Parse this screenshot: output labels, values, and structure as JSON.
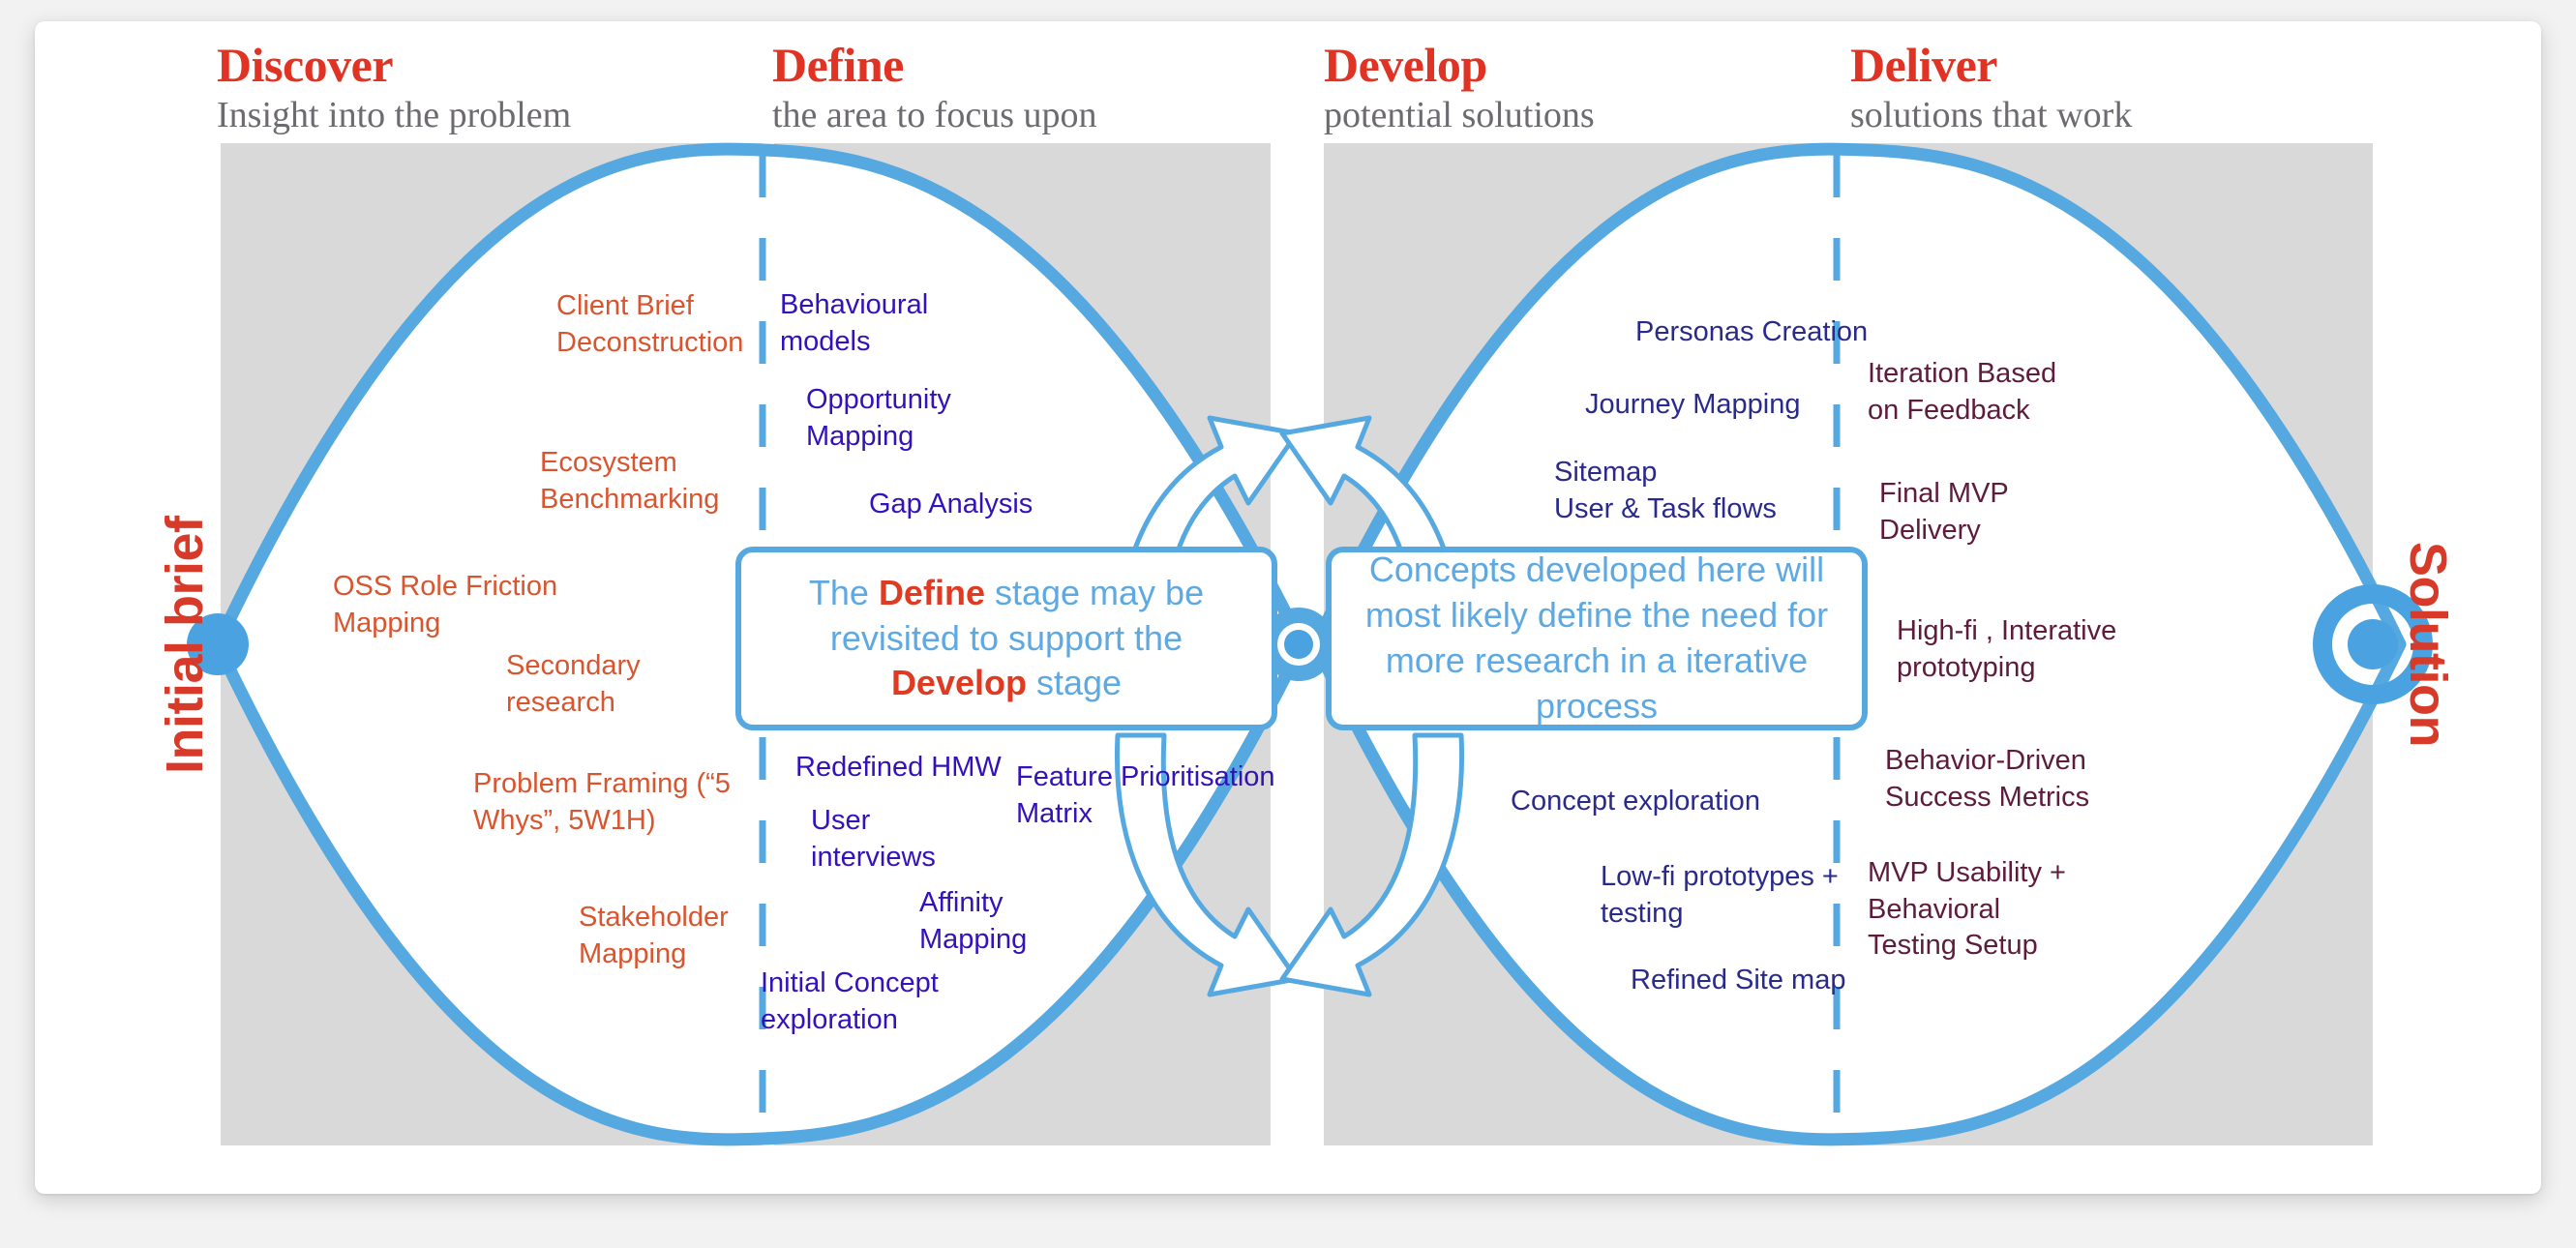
{
  "diagram": {
    "title": "Double Diamond Design Process",
    "colors": {
      "red": "#e03323",
      "blue": "#56a8e0",
      "panel_gray": "#d9d9d9",
      "discover_text": "#d9552f",
      "define_text": "#3311bb",
      "develop_text": "#2a2a8c",
      "deliver_text": "#5e1c3d"
    },
    "start_label": "Initial brief",
    "end_label": "Solution"
  },
  "stages": [
    {
      "title": "Discover",
      "subtitle": "Insight into the problem"
    },
    {
      "title": "Define",
      "subtitle": "the area to focus upon"
    },
    {
      "title": "Develop",
      "subtitle": "potential solutions"
    },
    {
      "title": "Deliver",
      "subtitle": "solutions that work"
    }
  ],
  "items": {
    "discover": [
      "Client Brief\nDeconstruction",
      "Ecosystem\nBenchmarking",
      "OSS Role Friction\nMapping",
      "Secondary\nresearch",
      "Problem Framing (“5\nWhys”, 5W1H)",
      "Stakeholder\nMapping"
    ],
    "define": [
      "Behavioural\nmodels",
      "Opportunity\nMapping",
      "Gap Analysis",
      "Redefined HMW",
      "Feature Prioritisation\nMatrix",
      "User\ninterviews",
      "Affinity\nMapping",
      "Initial Concept\nexploration"
    ],
    "develop": [
      "Personas Creation",
      "Journey Mapping",
      "Sitemap\nUser & Task flows",
      "Concept exploration",
      "Low-fi prototypes +\ntesting",
      "Refined Site map"
    ],
    "deliver": [
      "Iteration Based\non Feedback",
      "Final MVP\nDelivery",
      "High-fi , Interative\nprototyping",
      "Behavior-Driven\nSuccess Metrics",
      "MVP Usability +\nBehavioral\nTesting Setup"
    ]
  },
  "callouts": {
    "left": {
      "part1": "The ",
      "em1": "Define",
      "part2": " stage may be revisited to support the ",
      "em2": "Develop",
      "part3": " stage"
    },
    "right": {
      "text": "Concepts developed here will most likely define the need for more research in a iterative process"
    }
  }
}
